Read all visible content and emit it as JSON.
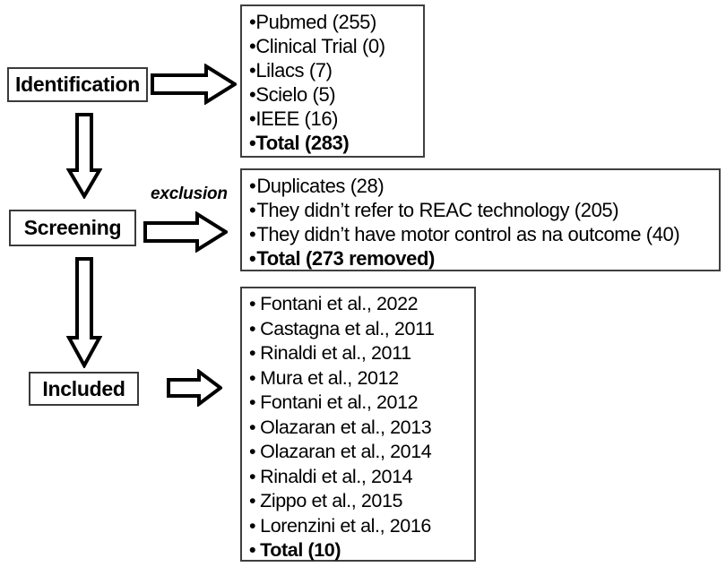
{
  "diagram": {
    "type": "prisma-flow-diagram",
    "colors": {
      "background": "#ffffff",
      "stroke": "#000000",
      "box_border": "#3f3f3f",
      "text": "#000000"
    }
  },
  "stages": {
    "identification": "Identification",
    "screening": "Screening",
    "included": "Included"
  },
  "annotations": {
    "exclusion": "exclusion"
  },
  "identification_box": {
    "items": [
      {
        "bullet": "•",
        "text": "Pubmed (255)",
        "total": false
      },
      {
        "bullet": "•",
        "text": "Clinical Trial (0)",
        "total": false
      },
      {
        "bullet": "•",
        "text": "Lilacs (7)",
        "total": false
      },
      {
        "bullet": "•",
        "text": "Scielo (5)",
        "total": false
      },
      {
        "bullet": "•",
        "text": "IEEE (16)",
        "total": false
      },
      {
        "bullet": "•",
        "text": "Total (283)",
        "total": true
      }
    ]
  },
  "screening_box": {
    "items": [
      {
        "bullet": "•",
        "text": "Duplicates (28)",
        "total": false
      },
      {
        "bullet": "•",
        "text": "They didn’t refer to REAC technology (205)",
        "total": false
      },
      {
        "bullet": "•",
        "text": "They didn’t have motor control as na outcome (40)",
        "total": false
      },
      {
        "bullet": "•",
        "text": "Total (273 removed)",
        "total": true
      }
    ]
  },
  "included_box": {
    "items": [
      {
        "bullet": "•",
        "text": "Fontani et al., 2022",
        "total": false
      },
      {
        "bullet": "•",
        "text": "Castagna et al., 2011",
        "total": false
      },
      {
        "bullet": "•",
        "text": "Rinaldi et al., 2011",
        "total": false
      },
      {
        "bullet": "•",
        "text": "Mura et al., 2012",
        "total": false
      },
      {
        "bullet": "•",
        "text": "Fontani et al., 2012",
        "total": false
      },
      {
        "bullet": "•",
        "text": "Olazaran et al., 2013",
        "total": false
      },
      {
        "bullet": "•",
        "text": "Olazaran et al., 2014",
        "total": false
      },
      {
        "bullet": "•",
        "text": "Rinaldi et al., 2014",
        "total": false
      },
      {
        "bullet": "•",
        "text": "Zippo et al., 2015",
        "total": false
      },
      {
        "bullet": "•",
        "text": "Lorenzini et al., 2016",
        "total": false
      },
      {
        "bullet": "•",
        "text": "Total (10)",
        "total": true
      }
    ]
  },
  "arrows": {
    "right_1": "arrow-right-identification-to-sources",
    "right_2": "arrow-right-screening-to-exclusions",
    "right_3": "arrow-right-included-to-studies",
    "down_1": "arrow-down-identification-to-screening",
    "down_2": "arrow-down-screening-to-included"
  }
}
